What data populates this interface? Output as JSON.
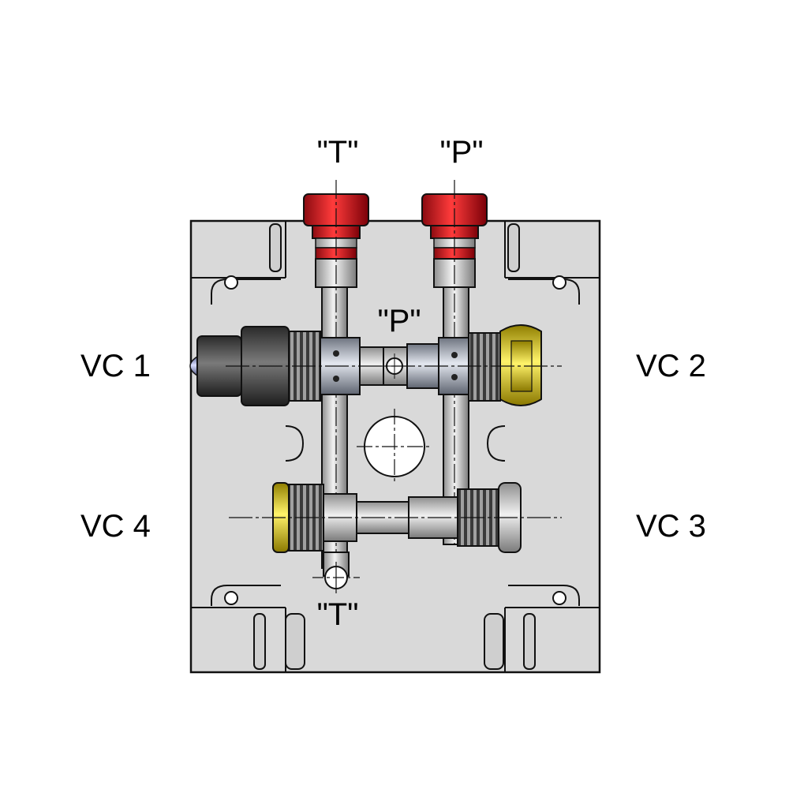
{
  "labels": {
    "port_t_top": "\"T\"",
    "port_p_top": "\"P\"",
    "port_p_center": "\"P\"",
    "port_t_bottom": "\"T\"",
    "vc1": "VC 1",
    "vc2": "VC 2",
    "vc3": "VC 3",
    "vc4": "VC 4"
  },
  "colors": {
    "block": "#d9d9d9",
    "outline": "#111111",
    "port_plug": "#d0101c",
    "cartridge_dark": "#4a4a4a",
    "cartridge_body": "#a9b0bd",
    "cartridge_light": "#d8d8d8",
    "yellow_nut": "#e6d21a",
    "blue_cap": "#9ea7d8"
  }
}
